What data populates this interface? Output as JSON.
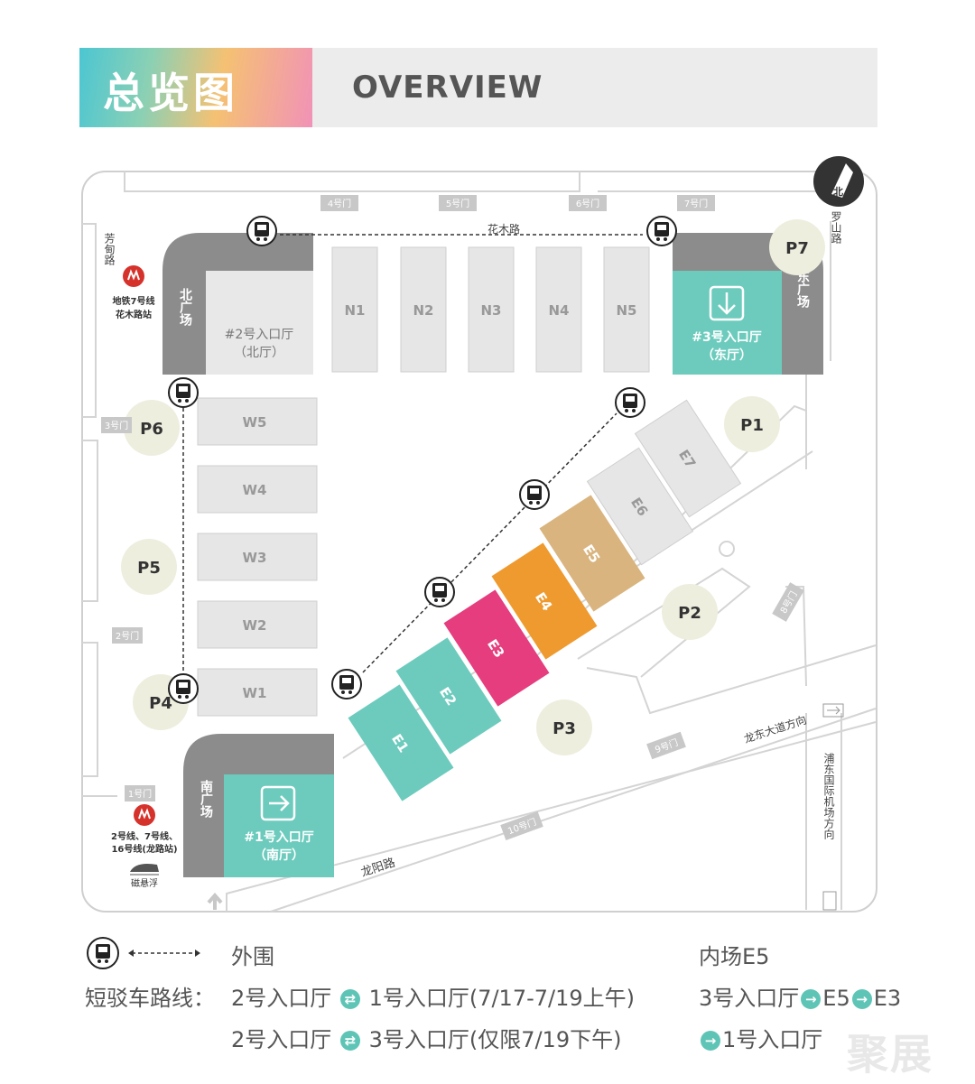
{
  "header": {
    "title_cn": "总览图",
    "title_en": "OVERVIEW"
  },
  "north": "北",
  "roads": {
    "huamu": "花木路",
    "luoshan": "罗山路",
    "fangdian": "芳甸路",
    "longyang": "龙阳路",
    "longdong": "龙东大道方向",
    "airport": "浦东国际机场方向"
  },
  "metro": {
    "north_station": "地铁7号线 花木路站",
    "south_station": "2号线、7号线、16号线(龙路站)",
    "maglev": "磁悬浮"
  },
  "plazas": {
    "north": "北广场",
    "east": "东广场",
    "south": "南广场"
  },
  "halls_entrance": {
    "n2_title": "#2号入口厅",
    "n2_sub": "（北厅）",
    "n3_title": "#3号入口厅",
    "n3_sub": "（东厅）",
    "n1_title": "#1号入口厅",
    "n1_sub": "（南厅）"
  },
  "halls_north": [
    "N1",
    "N2",
    "N3",
    "N4",
    "N5"
  ],
  "halls_west": [
    "W5",
    "W4",
    "W3",
    "W2",
    "W1"
  ],
  "halls_east": [
    "E1",
    "E2",
    "E3",
    "E4",
    "E5",
    "E6",
    "E7"
  ],
  "parking": [
    "P1",
    "P2",
    "P3",
    "P4",
    "P5",
    "P6",
    "P7"
  ],
  "gates": [
    "1号门",
    "2号门",
    "3号门",
    "4号门",
    "5号门",
    "6号门",
    "7号门",
    "8号门",
    "9号门",
    "10号门"
  ],
  "colors": {
    "teal": "#6ccbbd",
    "orange": "#ef9a2e",
    "magenta": "#e53d7e",
    "tan": "#d9b47e",
    "gray_hall": "#e6e6e6",
    "plaza": "#8c8c8c",
    "parking_circle": "#eeeedf"
  },
  "legend": {
    "outer_label": "外围",
    "route_label": "短驳车路线：",
    "route1_a": "2号入口厅",
    "route1_b": "1号入口厅(7/17-7/19上午)",
    "route2_a": "2号入口厅",
    "route2_b": "3号入口厅(仅限7/19下午)",
    "inner_label": "内场E5",
    "inner_a": "3号入口厅",
    "inner_b": "E5",
    "inner_c": "E3",
    "inner_d": "1号入口厅"
  },
  "watermark": "聚展"
}
